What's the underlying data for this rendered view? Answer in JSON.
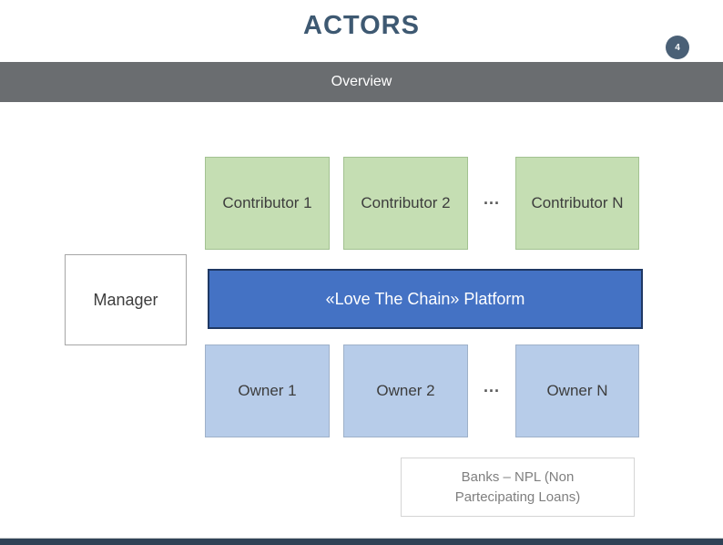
{
  "slide": {
    "title": "ACTORS",
    "page_number": "4",
    "banner_label": "Overview",
    "diagram": {
      "contributors": [
        {
          "label": "Contributor 1"
        },
        {
          "label": "Contributor 2"
        },
        {
          "label": "Contributor N"
        }
      ],
      "contributors_ellipsis": "...",
      "manager_label": "Manager",
      "platform_label": "«Love The Chain» Platform",
      "owners": [
        {
          "label": "Owner 1"
        },
        {
          "label": "Owner 2"
        },
        {
          "label": "Owner N"
        }
      ],
      "owners_ellipsis": "...",
      "banks_lines": [
        "Banks – NPL (Non",
        "Partecipating Loans)"
      ]
    },
    "colors": {
      "title_text": "#3E5972",
      "banner_bg": "#6A6D70",
      "page_circle_bg": "#4A6076",
      "contributor_fill": "#C5DEB3",
      "owner_fill": "#B7CCE9",
      "platform_fill": "#4472C4",
      "platform_border": "#1F3864",
      "footer_bar": "#2F4256"
    }
  }
}
